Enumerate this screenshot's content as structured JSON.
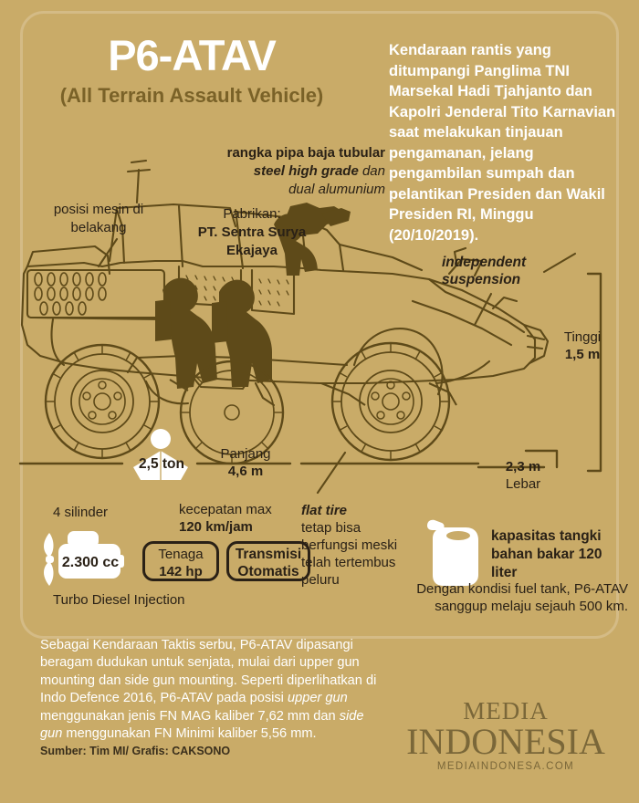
{
  "colors": {
    "background": "#c9ab68",
    "panel_border": "#d4bb86",
    "title_white": "#ffffff",
    "subtitle_olive": "#7a6228",
    "ink": "#2a2116",
    "illustration_dark": "#5e4a19",
    "logo_brown": "#7a6739"
  },
  "header": {
    "title": "P6-ATAV",
    "subtitle": "(All Terrain Assault Vehicle)",
    "lede": "Kendaraan rantis yang ditumpangi Panglima TNI Marsekal Hadi Tjahjanto dan Kapolri Jenderal Tito Karnavian saat melakukan tinjauan pengamanan, jelang pengambilan sumpah dan pelantikan Presiden dan Wakil Presiden RI, Minggu (20/10/2019)."
  },
  "callouts": {
    "frame": {
      "line1": "rangka pipa baja tubular",
      "line2_italic": "steel high grade",
      "line2_rest": " dan",
      "line3": "dual alumunium"
    },
    "engine_position": "posisi mesin di belakang",
    "maker": {
      "label": "Pabrikan:",
      "name": "PT. Sentra Surya Ekajaya"
    },
    "suspension": "independent suspension",
    "height": {
      "label": "Tinggi",
      "value": "1,5 m"
    },
    "length": {
      "label": "Panjang",
      "value": "4,6 m"
    },
    "width": {
      "value": "2,3 m",
      "label": "Lebar"
    },
    "flat_tire": {
      "title": "flat tire",
      "body": "tetap bisa berfungsi meski telah tertembus peluru"
    }
  },
  "specs": {
    "weight": "2,5 ton",
    "cylinders": "4 silinder",
    "displacement": "2.300 cc",
    "fuel_type": "Turbo Diesel Injection",
    "power": {
      "label": "Tenaga",
      "value": "142 hp"
    },
    "transmission": {
      "line1": "Transmisi",
      "line2": "Otomatis"
    },
    "top_speed": {
      "label": "kecepatan max",
      "value": "120 km/jam"
    },
    "fuel_tank": {
      "headline": "kapasitas tangki bahan bakar 120 liter",
      "note": "Dengan kondisi fuel tank, P6-ATAV sanggup melaju sejauh 500 km."
    }
  },
  "footer": {
    "body_part1": "Sebagai Kendaraan Taktis serbu, P6-ATAV dipasangi beragam dudukan untuk senjata, mulai dari upper gun mounting dan side gun mounting. Seperti diperlihatkan di Indo Defence 2016, P6-ATAV pada posisi ",
    "body_italic1": "upper gun",
    "body_part2": " menggunakan jenis FN MAG kaliber 7,62 mm dan ",
    "body_italic2": "side gun",
    "body_part3": " menggunakan FN Minimi kaliber 5,56 mm.",
    "source": "Sumber: Tim MI/ Grafis: CAKSONO",
    "logo_line1": "MEDIA",
    "logo_line2": "INDONESIA",
    "logo_url": "MEDIAINDONESA.COM"
  },
  "icons": {
    "weight": "weight-person-icon",
    "engine": "engine-fan-icon",
    "fuel": "jerrycan-icon",
    "vehicle": "atav-vehicle-illustration"
  }
}
